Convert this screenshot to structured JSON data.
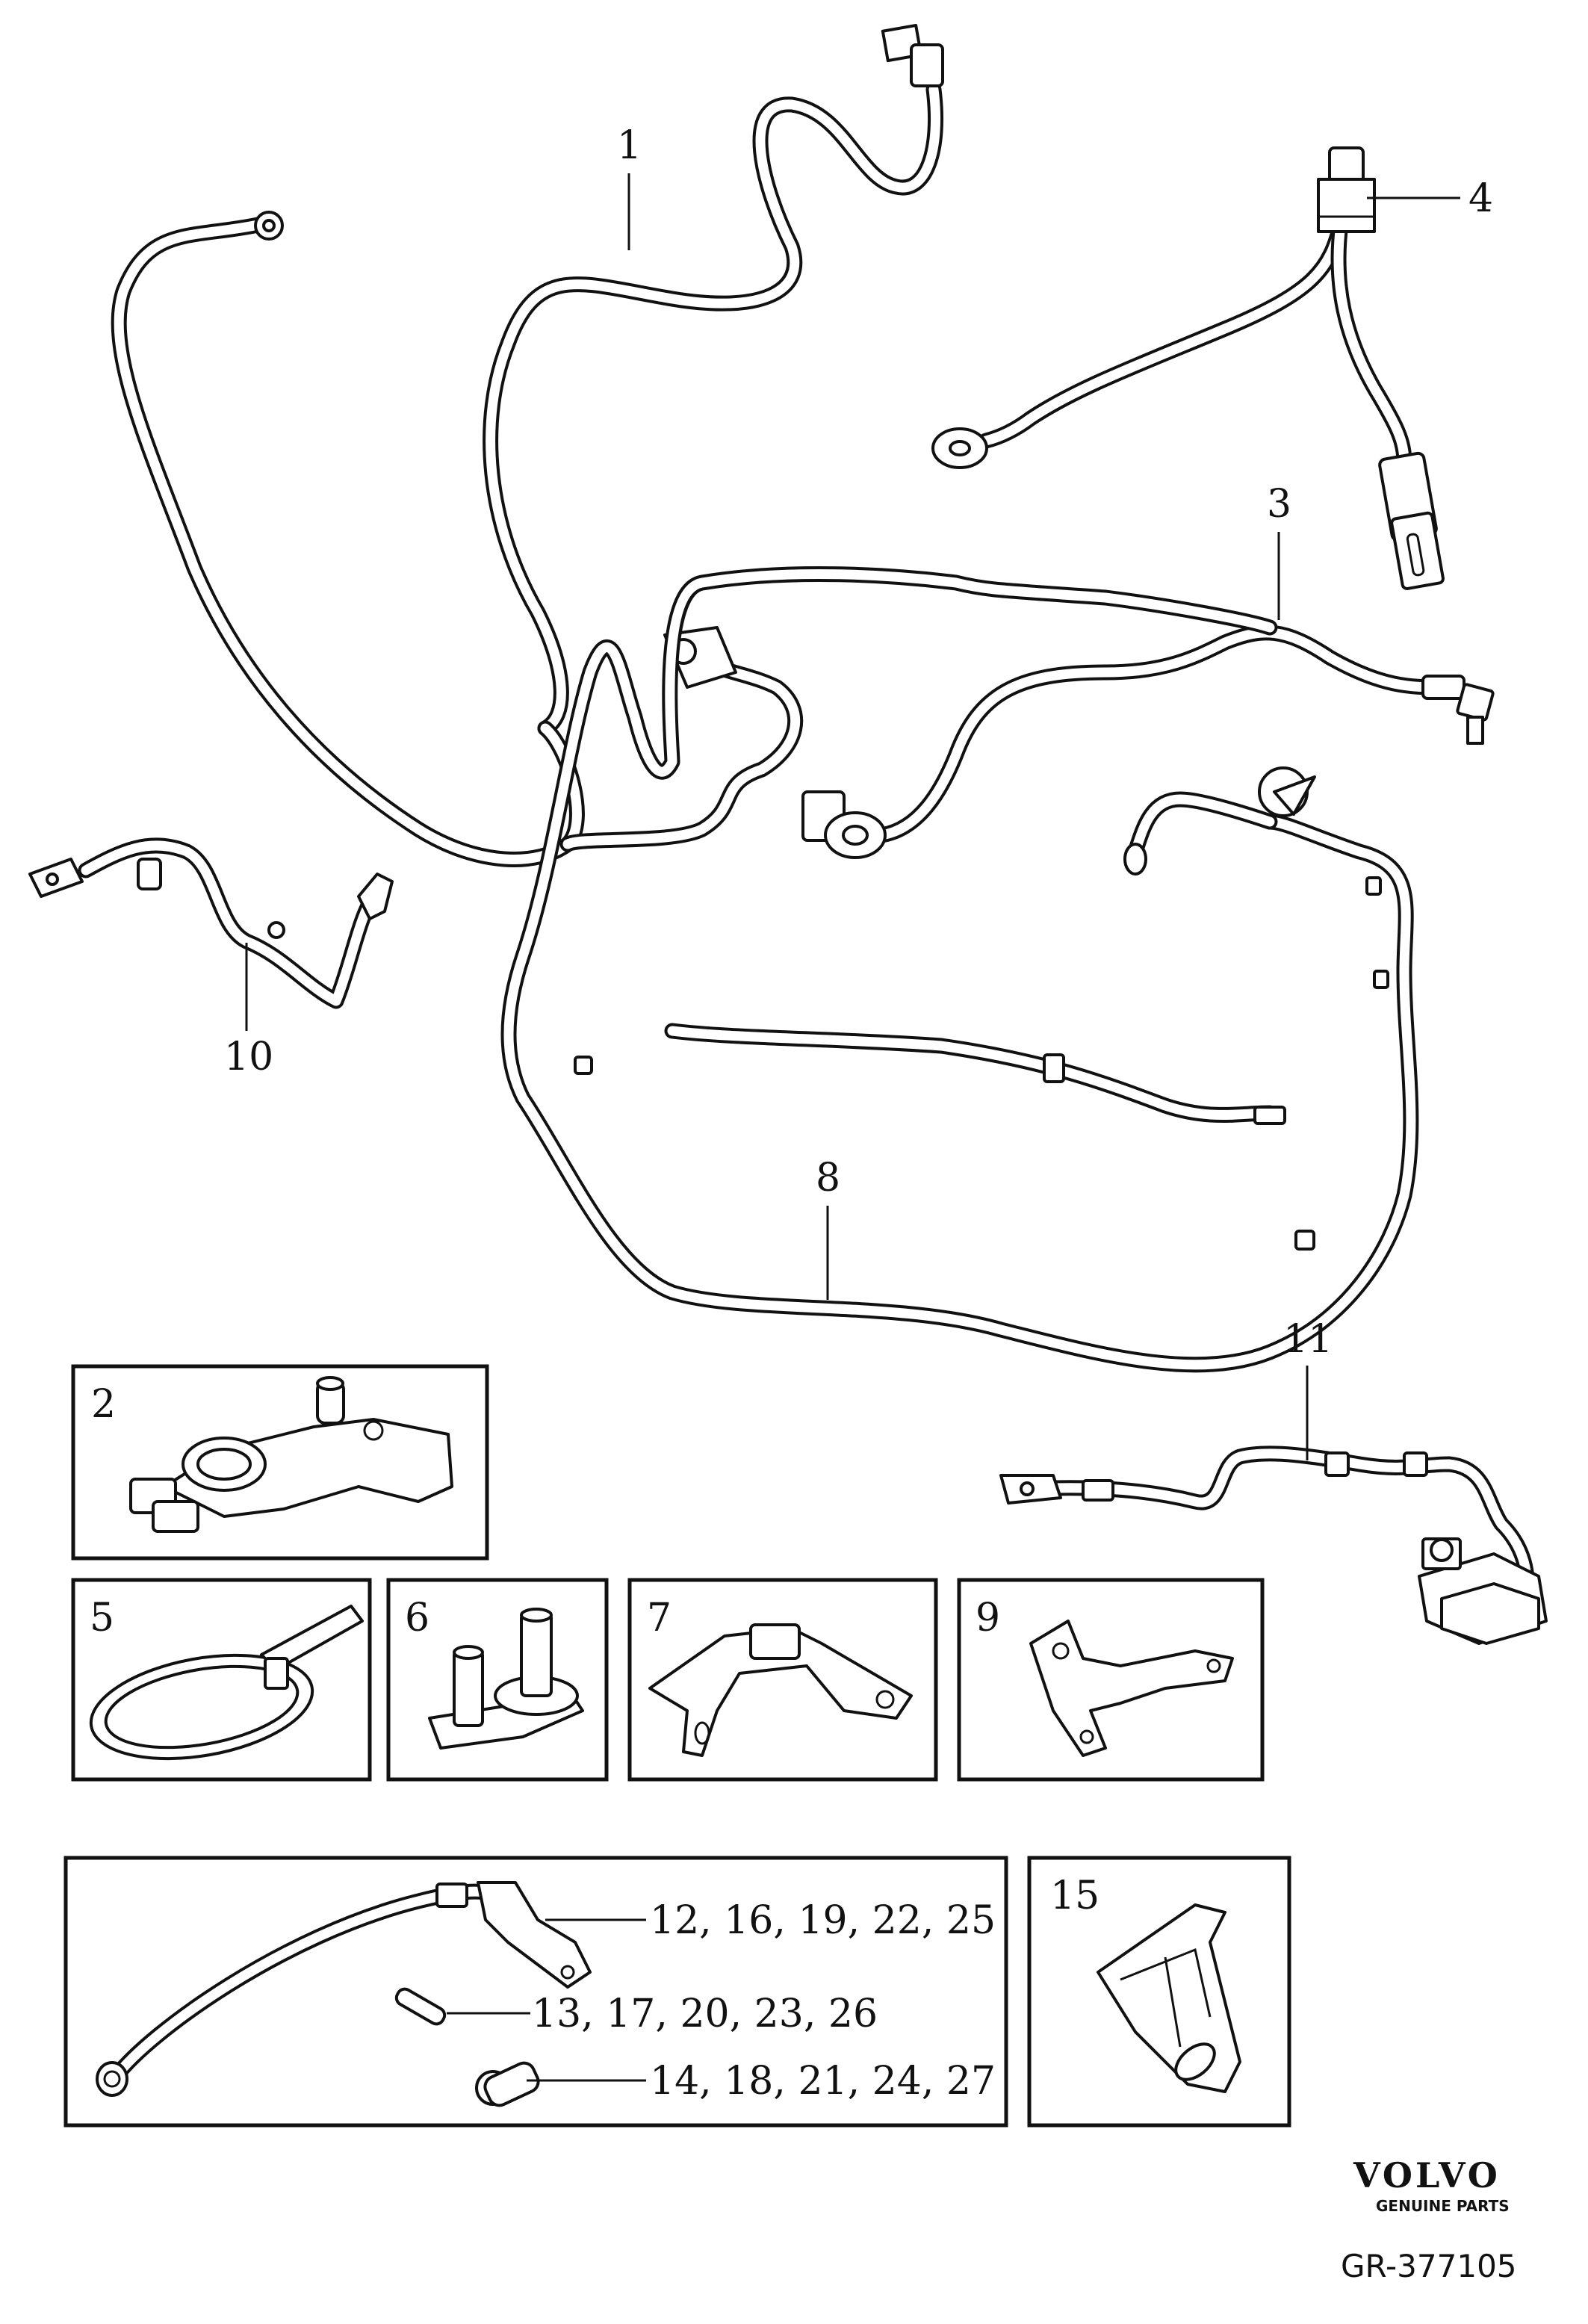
{
  "callouts": {
    "c1": "1",
    "c2": "2",
    "c3": "3",
    "c4": "4",
    "c5": "5",
    "c6": "6",
    "c7": "7",
    "c8": "8",
    "c9": "9",
    "c10": "10",
    "c11": "11",
    "c15": "15",
    "c_terminal": "12, 16, 19, 22, 25",
    "c_fuse": "13, 17, 20, 23, 26",
    "c_sleeve": "14, 18, 21, 24, 27"
  },
  "brand": {
    "logo": "VOLVO",
    "tagline": "GENUINE PARTS"
  },
  "drawing_code": "GR-377105",
  "icons": [
    "battery-cable",
    "ground-cable",
    "connector",
    "battery-clamp",
    "cable-tie",
    "stud",
    "bracket",
    "fuse",
    "sleeve",
    "clip"
  ]
}
